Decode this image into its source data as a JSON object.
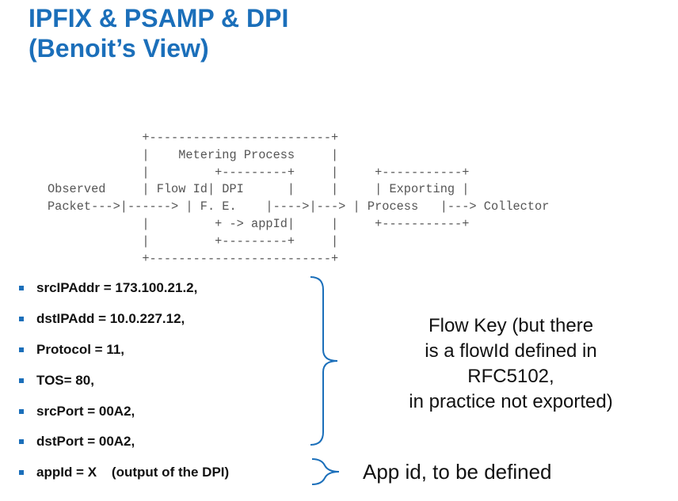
{
  "title": {
    "line1": "IPFIX & PSAMP & DPI",
    "line2": "(Benoit’s View)"
  },
  "diagram": {
    "ascii": "             +-------------------------+\n             |    Metering Process     |\n             |         +---------+     |     +-----------+\nObserved     | Flow Id| DPI      |     |     | Exporting |\nPacket--->|------> | F. E.    |---->|---> | Process   |---> Collector\n             |         + -> appId|     |     +-----------+\n             |         +---------+     |\n             +-------------------------+"
  },
  "bullets": [
    "srcIPAddr = 173.100.21.2,",
    "dstIPAdd = 10.0.227.12,",
    "Protocol = 11,",
    "TOS= 80,",
    "srcPort = 00A2,",
    "dstPort = 00A2,",
    "appId = X    (output of the DPI)"
  ],
  "flow_key_note": {
    "line1": "Flow Key (but there",
    "line2": "is a flowId defined in",
    "line3": "RFC5102,",
    "line4": "in practice not exported)"
  },
  "app_id_note": "App id, to be defined",
  "colors": {
    "title": "#1b6fba",
    "bullet_marker": "#1b6fba",
    "brace": "#1b6fba",
    "diagram_text": "#555555"
  }
}
